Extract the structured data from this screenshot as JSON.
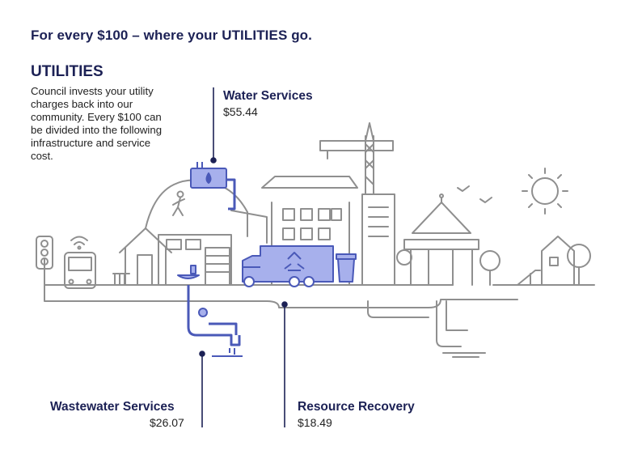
{
  "headline": "For every $100 – where your UTILITIES go.",
  "section": {
    "title": "UTILITIES",
    "description": "Council invests your utility charges back into our community. Every $100 can be divided into the following infrastructure and service cost."
  },
  "callouts": {
    "water": {
      "label": "Water Services",
      "value": "$55.44"
    },
    "wastewater": {
      "label": "Wastewater Services",
      "value": "$26.07"
    },
    "resource": {
      "label": "Resource Recovery",
      "value": "$18.49"
    }
  },
  "colors": {
    "navy": "#1c2155",
    "line_gray": "#8f8f8f",
    "accent_blue": "#7f8de0",
    "accent_stroke": "#4a59b8"
  }
}
